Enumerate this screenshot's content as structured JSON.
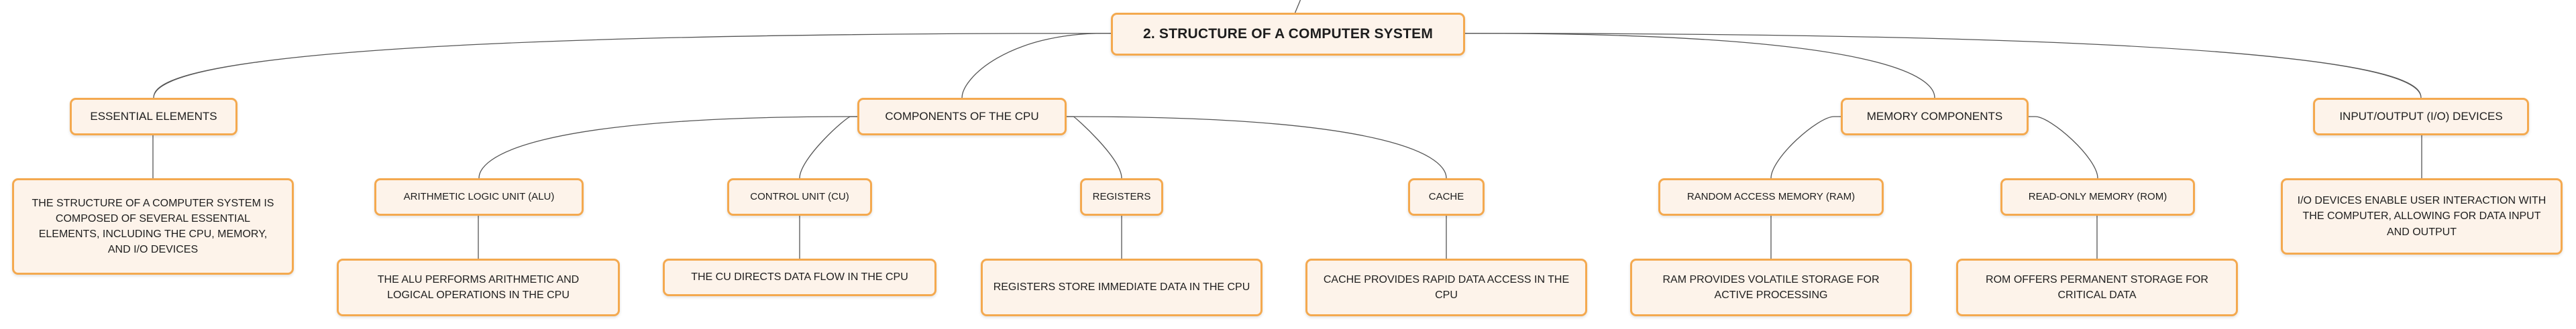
{
  "mindmap": {
    "root": "2. STRUCTURE OF A COMPUTER SYSTEM",
    "topics": {
      "essential": {
        "label": "ESSENTIAL ELEMENTS",
        "desc": "THE STRUCTURE OF A COMPUTER SYSTEM IS COMPOSED OF SEVERAL ESSENTIAL ELEMENTS, INCLUDING THE CPU, MEMORY, AND I/O DEVICES"
      },
      "cpu": {
        "label": "COMPONENTS OF THE CPU",
        "children": {
          "alu": {
            "label": "ARITHMETIC LOGIC UNIT (ALU)",
            "desc": "THE ALU PERFORMS ARITHMETIC AND LOGICAL OPERATIONS IN THE CPU"
          },
          "cu": {
            "label": "CONTROL UNIT (CU)",
            "desc": "THE CU DIRECTS DATA FLOW IN THE CPU"
          },
          "registers": {
            "label": "REGISTERS",
            "desc": "REGISTERS STORE IMMEDIATE DATA IN THE CPU"
          },
          "cache": {
            "label": "CACHE",
            "desc": "CACHE PROVIDES RAPID DATA ACCESS IN THE CPU"
          }
        }
      },
      "memory": {
        "label": "MEMORY COMPONENTS",
        "children": {
          "ram": {
            "label": "RANDOM ACCESS MEMORY (RAM)",
            "desc": "RAM PROVIDES VOLATILE STORAGE FOR ACTIVE PROCESSING"
          },
          "rom": {
            "label": "READ-ONLY MEMORY (ROM)",
            "desc": "ROM OFFERS PERMANENT STORAGE FOR CRITICAL DATA"
          }
        }
      },
      "io": {
        "label": "INPUT/OUTPUT (I/O) DEVICES",
        "desc": "I/O DEVICES ENABLE USER INTERACTION WITH THE COMPUTER, ALLOWING FOR DATA INPUT AND OUTPUT"
      }
    }
  },
  "colors": {
    "node_fill": "#fdf3ea",
    "node_border": "#f4a94f",
    "connector": "#555555"
  }
}
